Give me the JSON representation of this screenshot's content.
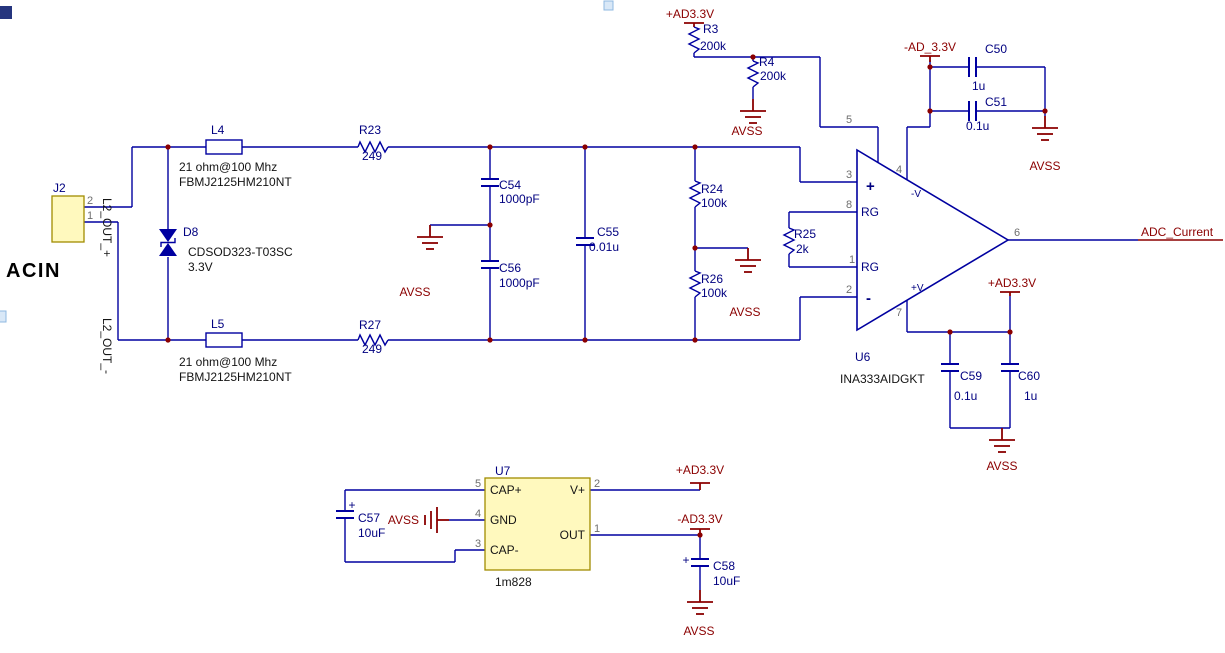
{
  "colors": {
    "wire": "#0000A0",
    "power_net": "#8B0000",
    "component_body_fill": "#FFF9BE",
    "component_body_border": "#A08C00",
    "designator": "#000080",
    "part_text": "#141414",
    "pin_number": "#6E6E6E"
  },
  "nets": {
    "avss": "AVSS",
    "ad33_pos": "+AD3.3V",
    "ad33_neg_u": "-AD_3.3V",
    "ad33_neg": "-AD3.3V",
    "adc_current": "ADC_Current",
    "acin": "ACIN",
    "l2_out_p": "L2_OUT_+",
    "l2_out_n": "L2_OUT_-"
  },
  "components": {
    "J2": {
      "ref": "J2",
      "pin1": "1",
      "pin2": "2"
    },
    "D8": {
      "ref": "D8",
      "part": "CDSOD323-T03SC",
      "value": "3.3V"
    },
    "L4": {
      "ref": "L4",
      "desc": "21 ohm@100 Mhz",
      "part": "FBMJ2125HM210NT"
    },
    "L5": {
      "ref": "L5",
      "desc": "21 ohm@100 Mhz",
      "part": "FBMJ2125HM210NT"
    },
    "R3": {
      "ref": "R3",
      "value": "200k"
    },
    "R4": {
      "ref": "R4",
      "value": "200k"
    },
    "R23": {
      "ref": "R23",
      "value": "249"
    },
    "R24": {
      "ref": "R24",
      "value": "100k"
    },
    "R25": {
      "ref": "R25",
      "value": "2k"
    },
    "R26": {
      "ref": "R26",
      "value": "100k"
    },
    "R27": {
      "ref": "R27",
      "value": "249"
    },
    "C50": {
      "ref": "C50",
      "value": "1u"
    },
    "C51": {
      "ref": "C51",
      "value": "0.1u"
    },
    "C54": {
      "ref": "C54",
      "value": "1000pF"
    },
    "C55": {
      "ref": "C55",
      "value": "0.01u"
    },
    "C56": {
      "ref": "C56",
      "value": "1000pF"
    },
    "C57": {
      "ref": "C57",
      "value": "10uF",
      "polarity": "+"
    },
    "C58": {
      "ref": "C58",
      "value": "10uF",
      "polarity": "+"
    },
    "C59": {
      "ref": "C59",
      "value": "0.1u"
    },
    "C60": {
      "ref": "C60",
      "value": "1u"
    },
    "U6": {
      "ref": "U6",
      "part": "INA333AIDGKT",
      "pins": {
        "ref": {
          "num": "5"
        },
        "in_pos": {
          "num": "3",
          "name": "+"
        },
        "rg_a": {
          "num": "8",
          "name": "RG"
        },
        "rg_b": {
          "num": "1",
          "name": "RG"
        },
        "in_neg": {
          "num": "2",
          "name": "-"
        },
        "v_neg": {
          "num": "4",
          "name": "-V"
        },
        "v_pos": {
          "num": "7",
          "name": "+V"
        },
        "out": {
          "num": "6"
        }
      }
    },
    "U7": {
      "ref": "U7",
      "part": "1m828",
      "pins": {
        "cap_pos": {
          "num": "5",
          "name": "CAP+"
        },
        "gnd": {
          "num": "4",
          "name": "GND"
        },
        "cap_neg": {
          "num": "3",
          "name": "CAP-"
        },
        "v_pos": {
          "num": "2",
          "name": "V+"
        },
        "out": {
          "num": "1",
          "name": "OUT"
        }
      }
    }
  }
}
